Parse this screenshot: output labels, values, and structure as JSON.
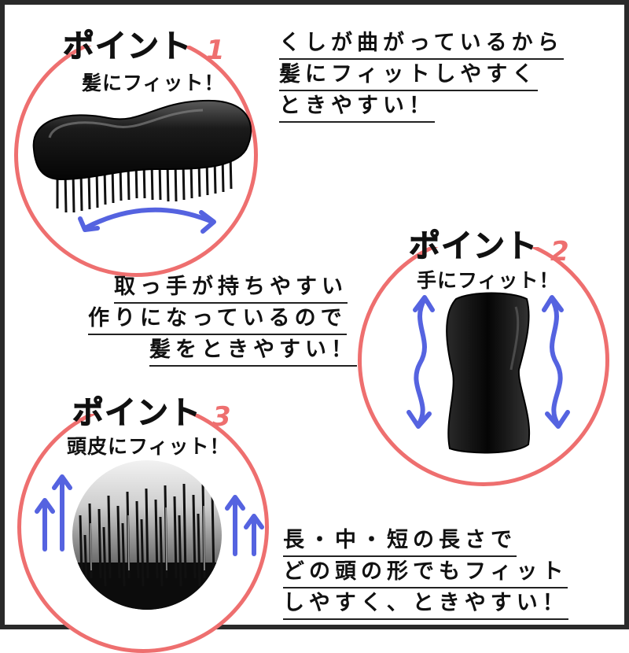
{
  "points": [
    {
      "label": "ポイント",
      "number": "1",
      "subtitle": "髪にフィット！",
      "notes": [
        "くしが曲がっているから",
        "髪にフィットしやすく",
        "ときやすい！"
      ]
    },
    {
      "label": "ポイント",
      "number": "2",
      "subtitle": "手にフィット！",
      "notes": [
        "取っ手が持ちやすい",
        "作りになっているので",
        "髪をときやすい！"
      ]
    },
    {
      "label": "ポイント",
      "number": "3",
      "subtitle": "頭皮にフィット！",
      "notes": [
        "長・中・短の長さで",
        "どの頭の形でもフィット",
        "しやすく、ときやすい！"
      ]
    }
  ],
  "colors": {
    "circle": "#ee6f6f",
    "arrow": "#5563e0",
    "text": "#111111"
  },
  "icons": [
    "curved-double-arrow-icon",
    "vertical-wavy-double-arrow-icon",
    "up-arrow-icon"
  ]
}
